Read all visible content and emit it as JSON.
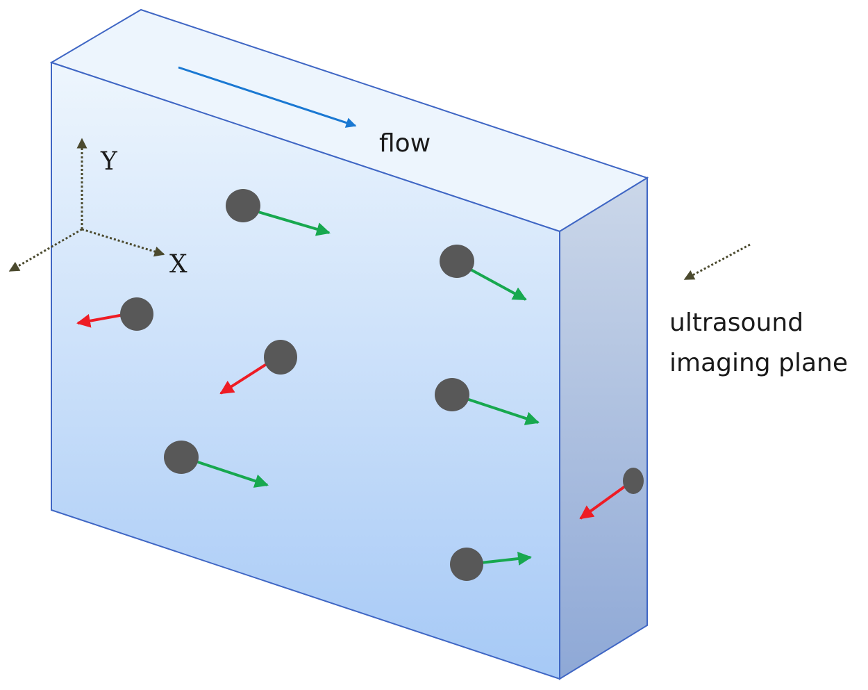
{
  "labels": {
    "flow": "flow",
    "axis_y": "Y",
    "axis_x": "X",
    "plane_line1": "ultrasound",
    "plane_line2": "imaging plane"
  },
  "colors": {
    "front_face_top": "#eef6fd",
    "front_face_bottom": "#a6c9f6",
    "top_face": "#edf5fd",
    "side_face_top": "#cbd7e9",
    "side_face_bottom": "#8ea8d6",
    "outline": "#3f66c4",
    "flow_arrow": "#1a78d2",
    "particle": "#585858",
    "in_plane_vector": "#17a84f",
    "out_of_plane_vector": "#ee1c24",
    "axis_color": "#4b4a2e"
  },
  "particles": [
    {
      "id": "p1",
      "vector": "green"
    },
    {
      "id": "p2",
      "vector": "green"
    },
    {
      "id": "p3",
      "vector": "red"
    },
    {
      "id": "p4",
      "vector": "red"
    },
    {
      "id": "p5",
      "vector": "green"
    },
    {
      "id": "p6",
      "vector": "green"
    },
    {
      "id": "p7",
      "vector": "green"
    },
    {
      "id": "p8",
      "vector": "red"
    }
  ]
}
